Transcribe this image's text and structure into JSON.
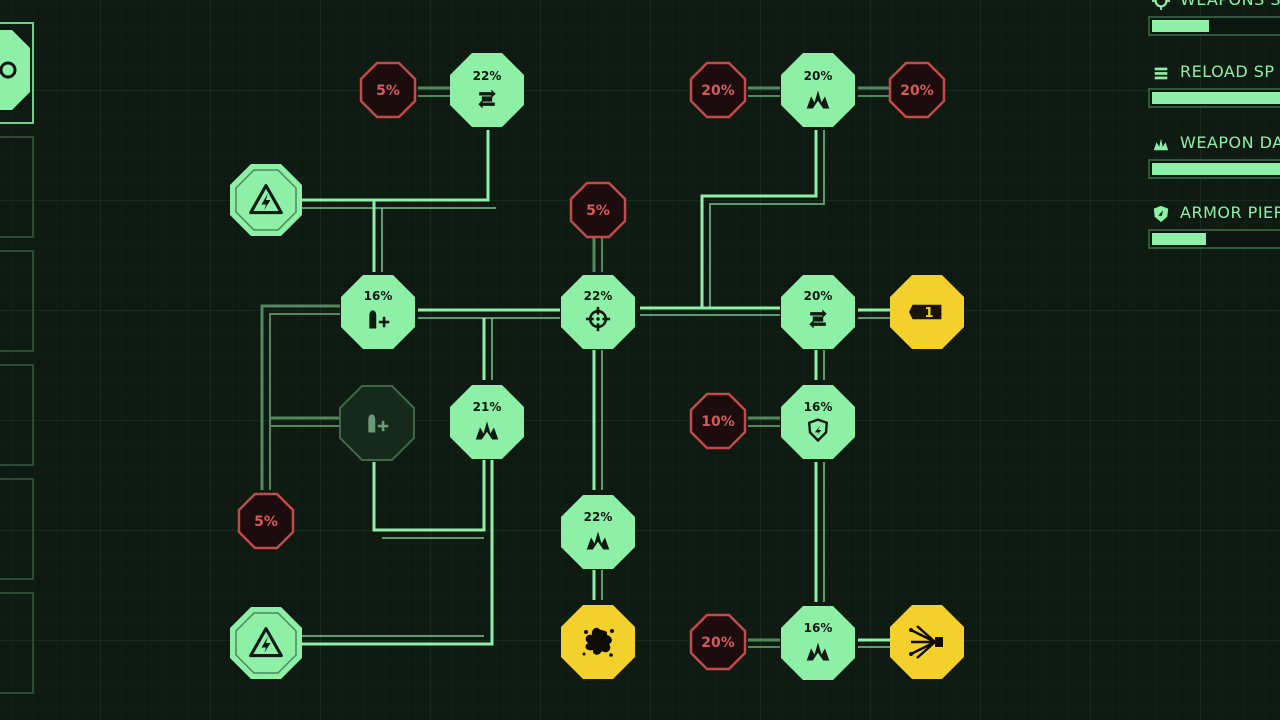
{
  "colors": {
    "background": "#0f1a12",
    "active_node": "#8ef0a6",
    "locked_node": "#162a1c",
    "reward_node": "#f3d02c",
    "penalty_node": "#1c0c0d",
    "penalty_border": "#c24a4a",
    "connector": "#8ef0a6"
  },
  "stats_panel": {
    "items": [
      {
        "label": "WEAPONS S",
        "icon": "crosshair-icon",
        "fill": 0.43
      },
      {
        "label": "RELOAD SP",
        "icon": "reload-icon",
        "fill": 1.0
      },
      {
        "label": "WEAPON DA",
        "icon": "explosion-icon",
        "fill": 1.0
      },
      {
        "label": "ARMOR PIER",
        "icon": "shield-pierce-icon",
        "fill": 0.41
      }
    ]
  },
  "sidebar": {
    "slots": [
      "slot-1",
      "slot-2",
      "slot-3",
      "slot-4",
      "slot-5",
      "slot-6"
    ]
  },
  "tree": {
    "nodes": [
      {
        "id": "n-reload-top",
        "state": "active",
        "percent": "22%",
        "icon": "reload-icon"
      },
      {
        "id": "n-damage-top",
        "state": "active",
        "percent": "20%",
        "icon": "explosion-icon"
      },
      {
        "id": "n-power-upper",
        "state": "active",
        "percent": "",
        "icon": "power-triangle-icon"
      },
      {
        "id": "n-ammo-mid",
        "state": "active",
        "percent": "16%",
        "icon": "ammo-add-icon"
      },
      {
        "id": "n-crosshair-center",
        "state": "active",
        "percent": "22%",
        "icon": "crosshair-icon"
      },
      {
        "id": "n-reload-right",
        "state": "active",
        "percent": "20%",
        "icon": "reload-icon"
      },
      {
        "id": "n-ammo-locked",
        "state": "locked",
        "percent": "",
        "icon": "ammo-add-icon"
      },
      {
        "id": "n-damage-mid",
        "state": "active",
        "percent": "21%",
        "icon": "explosion-icon"
      },
      {
        "id": "n-shield",
        "state": "active",
        "percent": "16%",
        "icon": "shield-pierce-icon"
      },
      {
        "id": "n-damage-low",
        "state": "active",
        "percent": "22%",
        "icon": "explosion-icon"
      },
      {
        "id": "n-power-lower",
        "state": "active",
        "percent": "",
        "icon": "power-triangle-icon"
      },
      {
        "id": "n-damage-bottom",
        "state": "active",
        "percent": "16%",
        "icon": "explosion-icon"
      },
      {
        "id": "r-magazine",
        "state": "reward",
        "percent": "",
        "icon": "magazine-icon",
        "value": "1"
      },
      {
        "id": "r-splat",
        "state": "reward",
        "percent": "",
        "icon": "splat-icon"
      },
      {
        "id": "r-spread",
        "state": "reward",
        "percent": "",
        "icon": "spread-shot-icon"
      },
      {
        "id": "p-reload-top-left",
        "state": "penalty",
        "percent": "5%"
      },
      {
        "id": "p-damage-top-left",
        "state": "penalty",
        "percent": "20%"
      },
      {
        "id": "p-damage-top-right",
        "state": "penalty",
        "percent": "20%"
      },
      {
        "id": "p-center-top",
        "state": "penalty",
        "percent": "5%"
      },
      {
        "id": "p-shield-left",
        "state": "penalty",
        "percent": "10%"
      },
      {
        "id": "p-left-branch",
        "state": "penalty",
        "percent": "5%"
      },
      {
        "id": "p-bottom-left",
        "state": "penalty",
        "percent": "20%"
      }
    ]
  }
}
